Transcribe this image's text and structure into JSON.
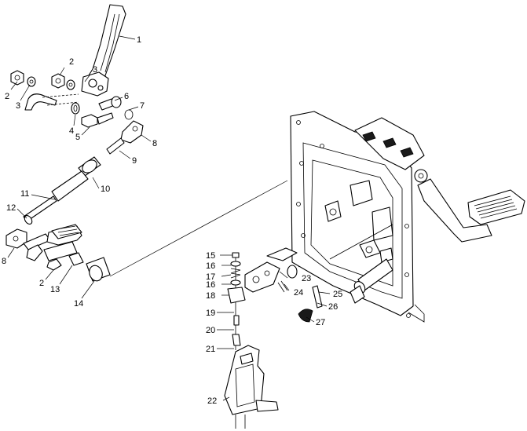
{
  "diagram": {
    "callouts": [
      {
        "id": "c1",
        "text": "1"
      },
      {
        "id": "c2a",
        "text": "2"
      },
      {
        "id": "c3a",
        "text": "3"
      },
      {
        "id": "c2b",
        "text": "2"
      },
      {
        "id": "c3b",
        "text": "3"
      },
      {
        "id": "c6",
        "text": "6"
      },
      {
        "id": "c7",
        "text": "7"
      },
      {
        "id": "c4",
        "text": "4"
      },
      {
        "id": "c5",
        "text": "5"
      },
      {
        "id": "c8a",
        "text": "8"
      },
      {
        "id": "c9",
        "text": "9"
      },
      {
        "id": "c10",
        "text": "10"
      },
      {
        "id": "c11",
        "text": "11"
      },
      {
        "id": "c12",
        "text": "12"
      },
      {
        "id": "c8b",
        "text": "8"
      },
      {
        "id": "c2c",
        "text": "2"
      },
      {
        "id": "c13",
        "text": "13"
      },
      {
        "id": "c14",
        "text": "14"
      },
      {
        "id": "c15",
        "text": "15"
      },
      {
        "id": "c16a",
        "text": "16"
      },
      {
        "id": "c17",
        "text": "17"
      },
      {
        "id": "c16b",
        "text": "16"
      },
      {
        "id": "c18",
        "text": "18"
      },
      {
        "id": "c19",
        "text": "19"
      },
      {
        "id": "c20",
        "text": "20"
      },
      {
        "id": "c21",
        "text": "21"
      },
      {
        "id": "c22",
        "text": "22"
      },
      {
        "id": "c23",
        "text": "23"
      },
      {
        "id": "c24",
        "text": "24"
      },
      {
        "id": "c25",
        "text": "25"
      },
      {
        "id": "c26",
        "text": "26"
      },
      {
        "id": "c27",
        "text": "27"
      }
    ]
  }
}
